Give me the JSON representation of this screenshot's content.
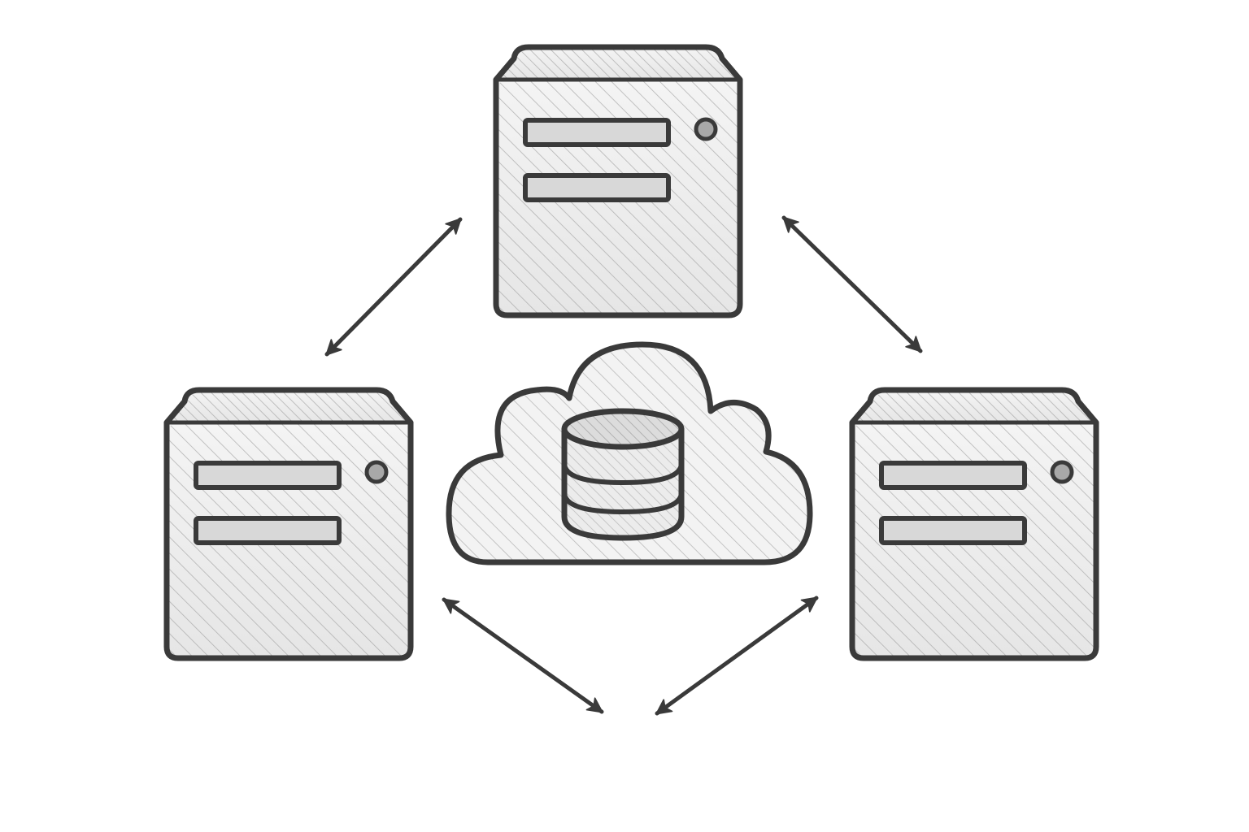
{
  "diagram": {
    "kind": "server-cloud-sync",
    "colors": {
      "background": "#ffffff",
      "ink": "#3a3a3a",
      "hatch": "#9a9a9a",
      "shade": "#dcdcdc"
    },
    "nodes": [
      {
        "id": "server-top",
        "icon": "server-icon"
      },
      {
        "id": "server-left",
        "icon": "server-icon"
      },
      {
        "id": "server-right",
        "icon": "server-icon"
      },
      {
        "id": "cloud-center",
        "icon": "cloud-database-icon"
      }
    ],
    "connections": [
      {
        "id": "arrow-top-left",
        "from": "server-top",
        "to": "server-left",
        "bidirectional": true
      },
      {
        "id": "arrow-top-right",
        "from": "server-top",
        "to": "server-right",
        "bidirectional": true
      },
      {
        "id": "arrow-left-bottom",
        "from": "server-left",
        "to": "cloud-center",
        "bidirectional": true
      },
      {
        "id": "arrow-right-bottom",
        "from": "server-right",
        "to": "cloud-center",
        "bidirectional": true
      }
    ]
  }
}
